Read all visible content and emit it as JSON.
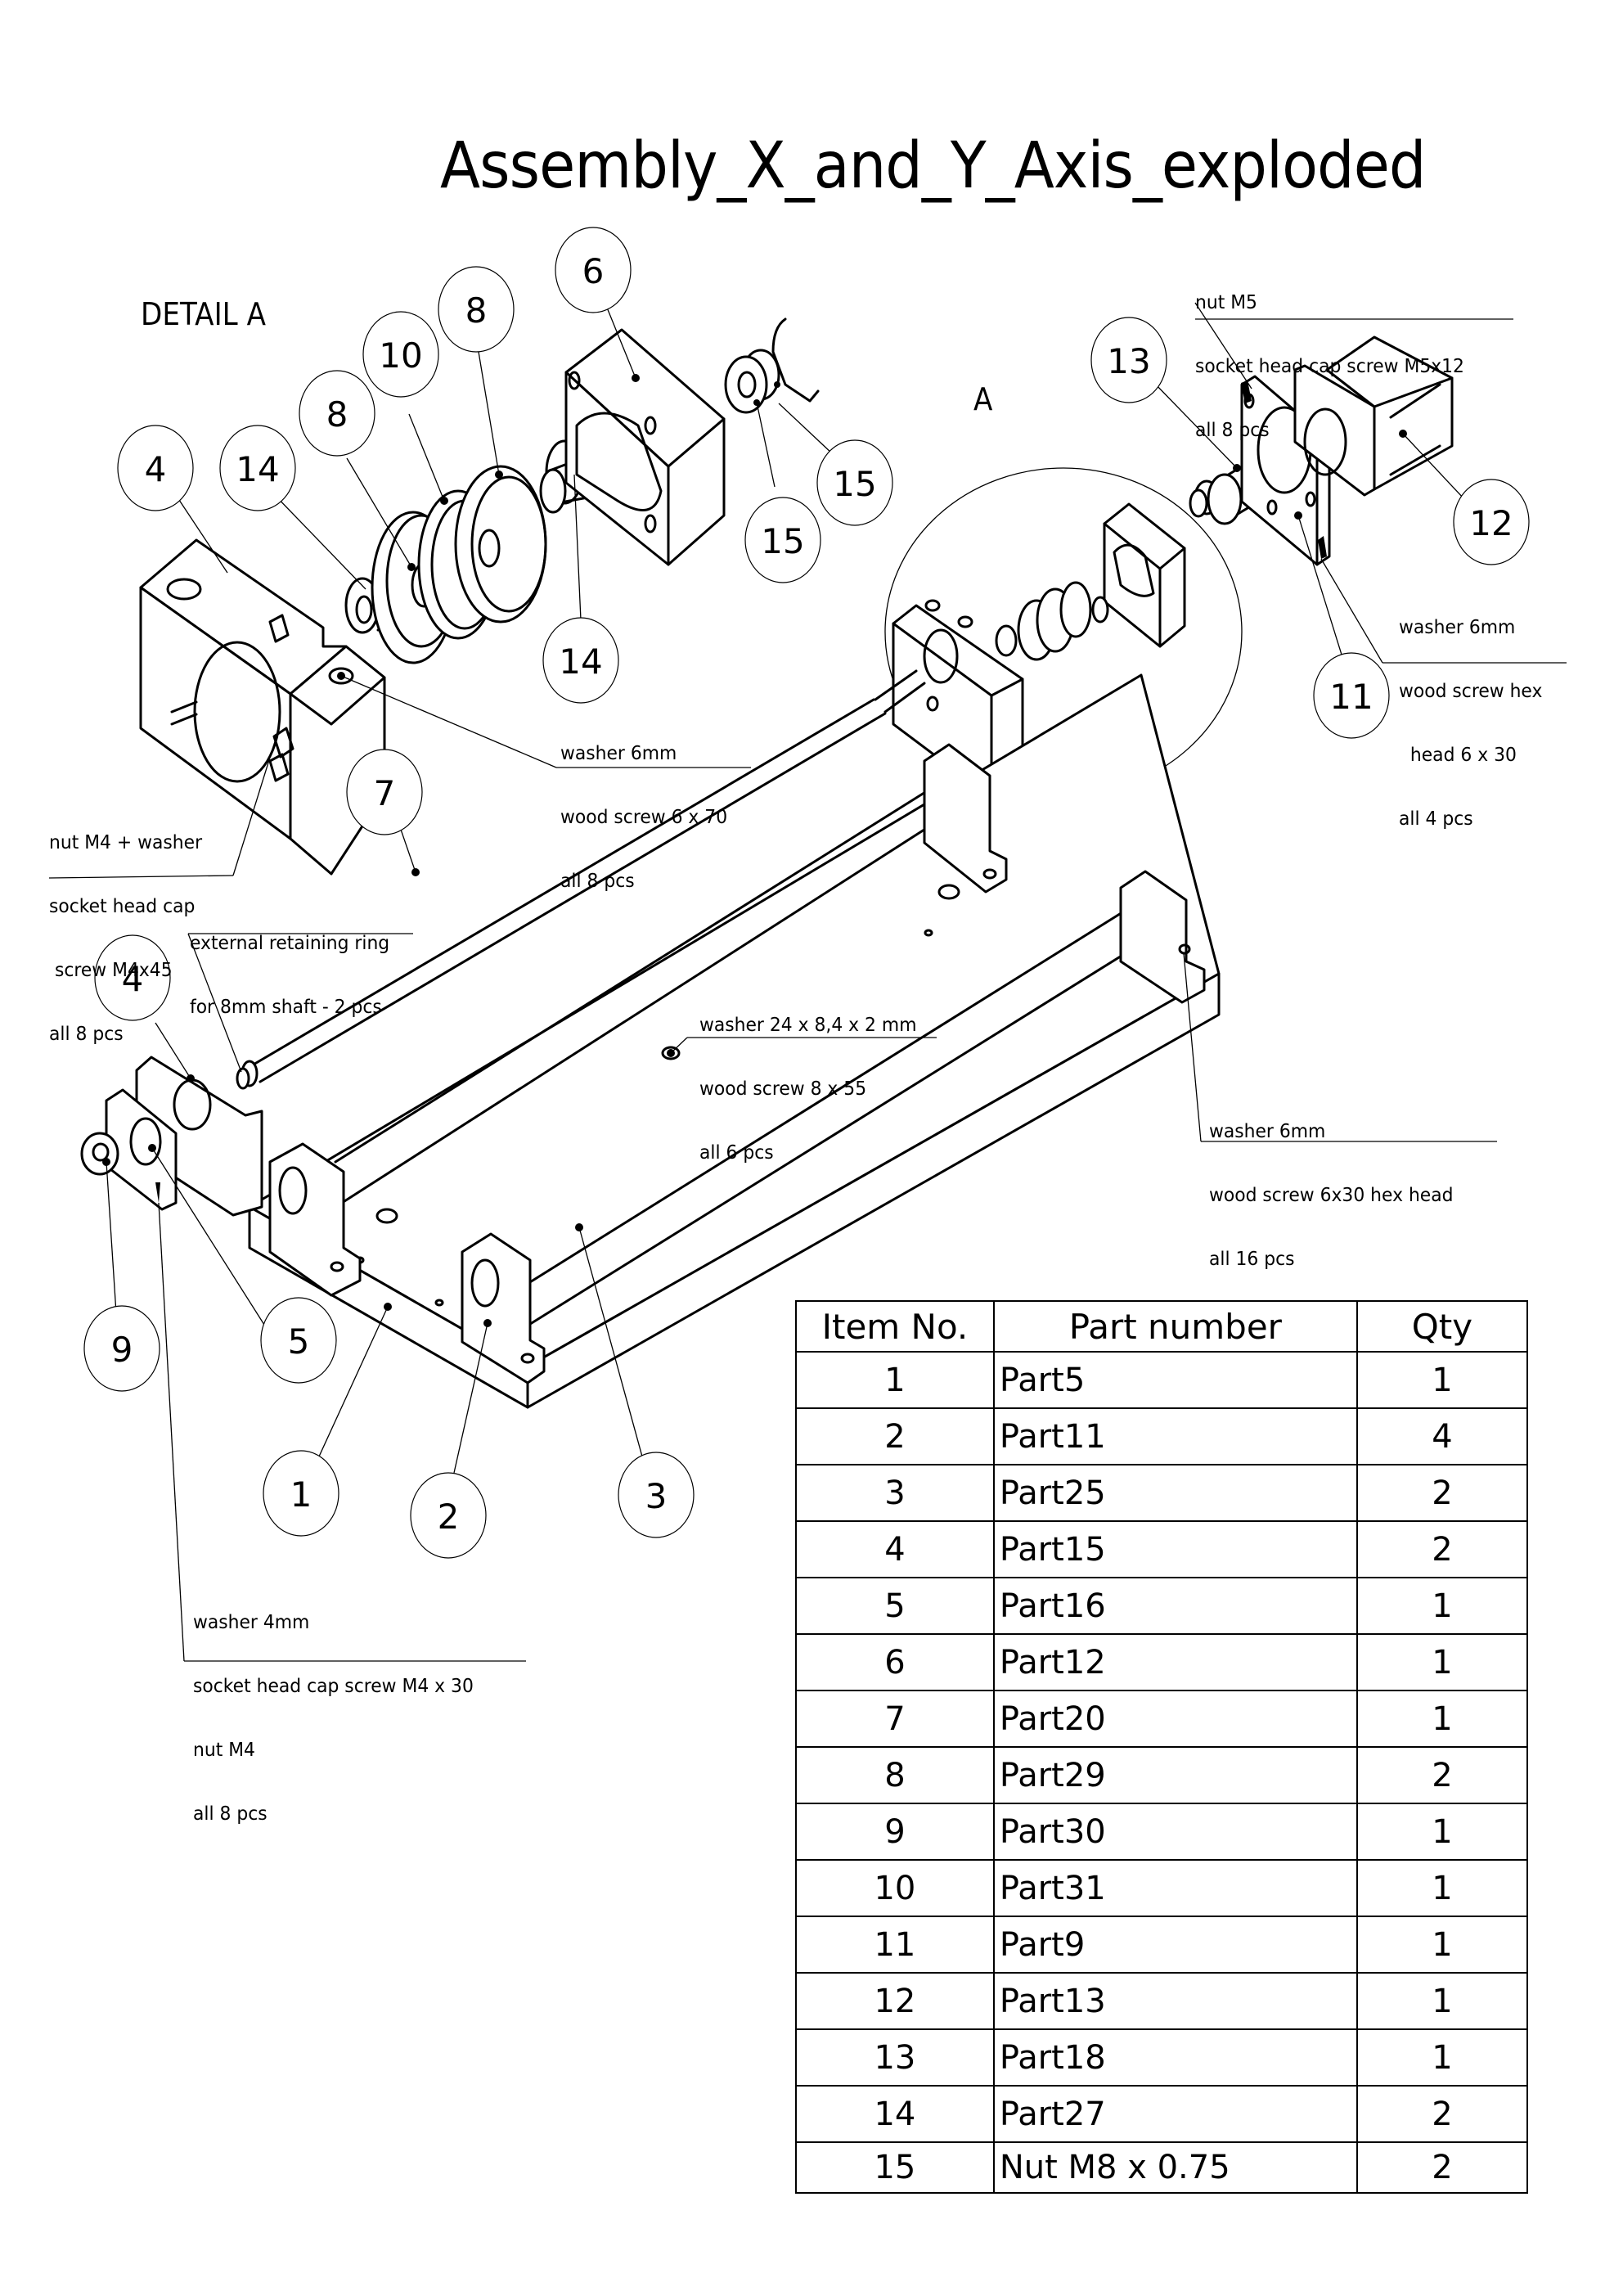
{
  "drawing": {
    "title": "Assembly_X_and_Y_Axis_exploded",
    "detail_view_label": "DETAIL A",
    "detail_circle_label": "A",
    "balloons": [
      {
        "id": "b4a",
        "label": "4"
      },
      {
        "id": "b14a",
        "label": "14"
      },
      {
        "id": "b8a",
        "label": "8"
      },
      {
        "id": "b10",
        "label": "10"
      },
      {
        "id": "b8b",
        "label": "8"
      },
      {
        "id": "b6",
        "label": "6"
      },
      {
        "id": "b15a",
        "label": "15"
      },
      {
        "id": "b15b",
        "label": "15"
      },
      {
        "id": "b14b",
        "label": "14"
      },
      {
        "id": "b13",
        "label": "13"
      },
      {
        "id": "b12",
        "label": "12"
      },
      {
        "id": "b11",
        "label": "11"
      },
      {
        "id": "b7",
        "label": "7"
      },
      {
        "id": "b4b",
        "label": "4"
      },
      {
        "id": "b9",
        "label": "9"
      },
      {
        "id": "b5",
        "label": "5"
      },
      {
        "id": "b1",
        "label": "1"
      },
      {
        "id": "b2",
        "label": "2"
      },
      {
        "id": "b3",
        "label": "3"
      }
    ],
    "notes": [
      {
        "id": "motor-screws",
        "lines": [
          "nut M5",
          "socket head cap screw M5x12",
          "all 8 pcs"
        ]
      },
      {
        "id": "mount-screws",
        "lines": [
          "washer 6mm",
          "wood screw hex",
          "  head 6 x 30",
          "all 4 pcs"
        ]
      },
      {
        "id": "block-screws",
        "lines": [
          "washer 6mm",
          "wood screw 6 x 70",
          "all 8 pcs"
        ]
      },
      {
        "id": "bearing-screws",
        "lines": [
          "nut M4 + washer",
          "socket head cap",
          " screw M4x45",
          "all 8 pcs"
        ]
      },
      {
        "id": "retaining-ring",
        "lines": [
          "external retaining ring",
          "for 8mm shaft - 2 pcs"
        ]
      },
      {
        "id": "base-screws",
        "lines": [
          "washer 24 x 8,4 x 2 mm",
          "wood screw 8 x 55",
          "all 6 pcs"
        ]
      },
      {
        "id": "support-screws",
        "lines": [
          "washer 6mm",
          "wood screw 6x30 hex head",
          "all 16 pcs"
        ]
      },
      {
        "id": "plate-screws",
        "lines": [
          "washer 4mm",
          "socket head cap screw M4 x 30",
          "nut M4",
          "all 8 pcs"
        ]
      }
    ]
  },
  "bom": {
    "headers": [
      "Item No.",
      "Part number",
      "Qty"
    ],
    "rows": [
      {
        "item": "1",
        "part": "Part5",
        "qty": "1"
      },
      {
        "item": "2",
        "part": "Part11",
        "qty": "4"
      },
      {
        "item": "3",
        "part": "Part25",
        "qty": "2"
      },
      {
        "item": "4",
        "part": "Part15",
        "qty": "2"
      },
      {
        "item": "5",
        "part": "Part16",
        "qty": "1"
      },
      {
        "item": "6",
        "part": "Part12",
        "qty": "1"
      },
      {
        "item": "7",
        "part": "Part20",
        "qty": "1"
      },
      {
        "item": "8",
        "part": "Part29",
        "qty": "2"
      },
      {
        "item": "9",
        "part": "Part30",
        "qty": "1"
      },
      {
        "item": "10",
        "part": "Part31",
        "qty": "1"
      },
      {
        "item": "11",
        "part": "Part9",
        "qty": "1"
      },
      {
        "item": "12",
        "part": "Part13",
        "qty": "1"
      },
      {
        "item": "13",
        "part": "Part18",
        "qty": "1"
      },
      {
        "item": "14",
        "part": "Part27",
        "qty": "2"
      },
      {
        "item": "15",
        "part": "Nut M8 x 0.75",
        "qty": "2"
      }
    ]
  }
}
